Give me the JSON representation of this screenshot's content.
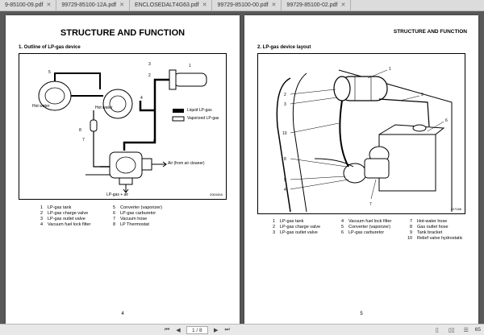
{
  "tabs": [
    {
      "label": "9-85100-09.pdf"
    },
    {
      "label": "99729-85100-12A.pdf"
    },
    {
      "label": "ENCLOSEDALT4G63.pdf"
    },
    {
      "label": "99729-85100-00.pdf"
    },
    {
      "label": "99729-85100-02.pdf"
    }
  ],
  "left_page": {
    "title": "STRUCTURE AND FUNCTION",
    "section": "1. Outline of LP-gas device",
    "labels": {
      "hot_water": "Hot water",
      "hot_water2": "Hot water",
      "liquid": "Liquid LP-gas",
      "vaporized": "Vaporized LP-gas",
      "air": "Air (from air cleaner)",
      "mix": "LP-gas + air",
      "code": "206340A"
    },
    "legend": [
      {
        "n": "1",
        "text": "LP-gas tank"
      },
      {
        "n": "5",
        "text": "Converter (vaporizer)"
      },
      {
        "n": "2",
        "text": "LP-gas charge valve"
      },
      {
        "n": "6",
        "text": "LP-gas carburetor"
      },
      {
        "n": "3",
        "text": "LP-gas outlet valve"
      },
      {
        "n": "7",
        "text": "Vacuum hose"
      },
      {
        "n": "4",
        "text": "Vacuum fuel lock filter"
      },
      {
        "n": "8",
        "text": "LP Thermostat"
      }
    ],
    "page_number": "4"
  },
  "right_page": {
    "header": "STRUCTURE AND FUNCTION",
    "section": "2. LP-gas device layout",
    "code": "207186",
    "legend": [
      {
        "n": "1",
        "text": "LP-gas tank"
      },
      {
        "n": "4",
        "text": "Vacuum fuel lock filter"
      },
      {
        "n": "7",
        "text": "Hot-water hose"
      },
      {
        "n": "2",
        "text": "LP-gas charge valve"
      },
      {
        "n": "5",
        "text": "Converter (vaporizer)"
      },
      {
        "n": "8",
        "text": "Gas outlet hose"
      },
      {
        "n": "3",
        "text": "LP-gas outlet valve"
      },
      {
        "n": "6",
        "text": "LP-gas carburetor"
      },
      {
        "n": "9",
        "text": "Tank bracket"
      },
      {
        "n": "",
        "text": ""
      },
      {
        "n": "",
        "text": ""
      },
      {
        "n": "10",
        "text": "Relief valve hydrostatic"
      }
    ],
    "page_number": "5"
  },
  "statusbar": {
    "page_indicator": "1 / 8",
    "zoom": "65"
  }
}
